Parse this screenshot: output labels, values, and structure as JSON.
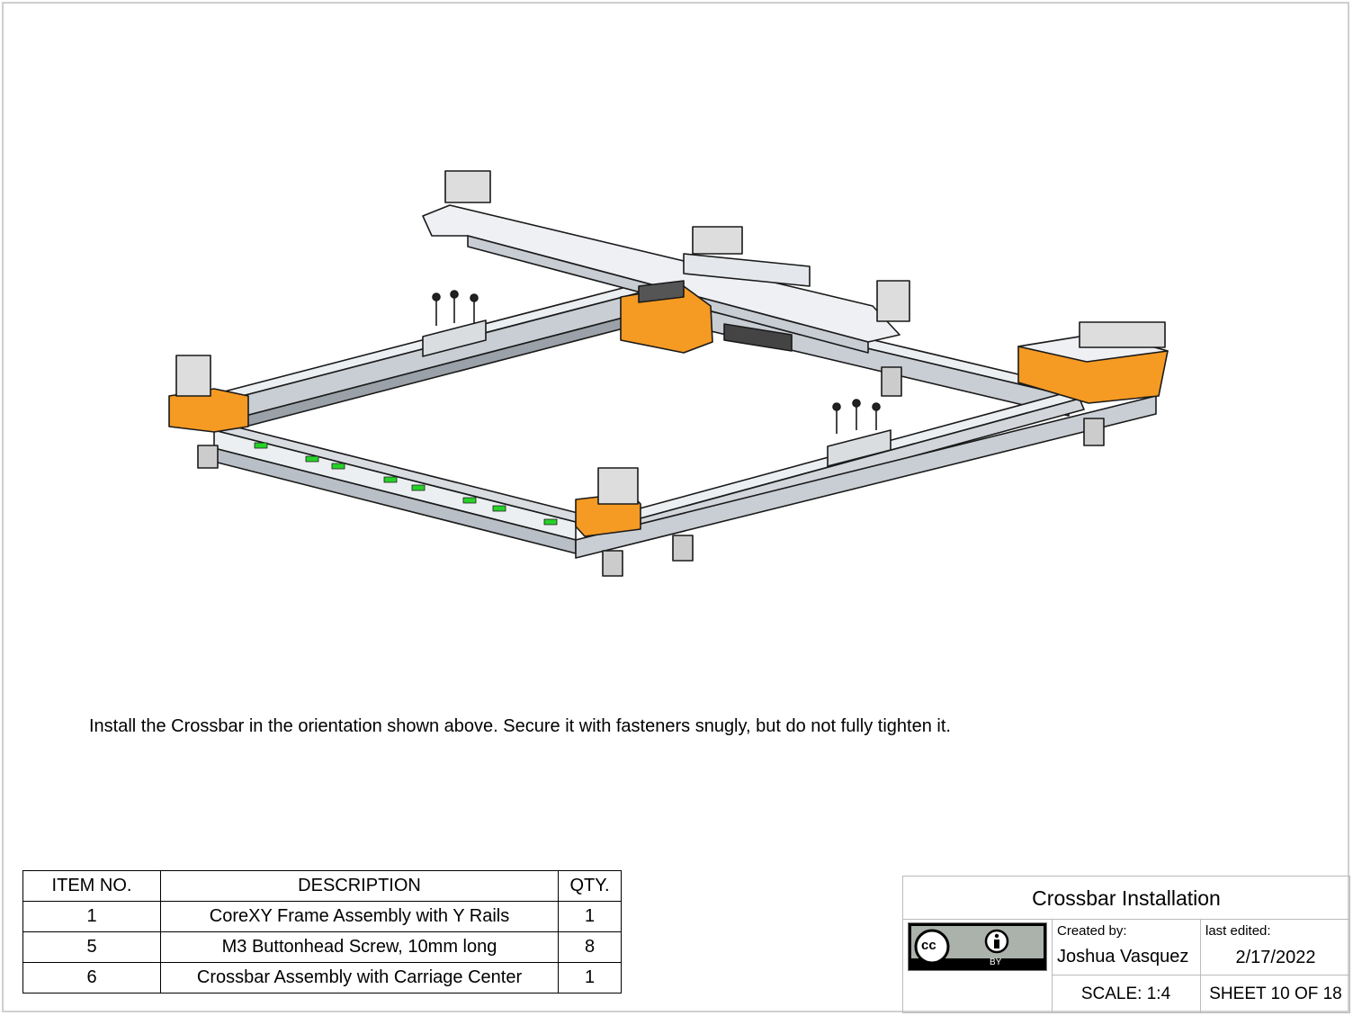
{
  "instruction": "Install the Crossbar in the orientation shown above. Secure it with fasteners snugly, but do not fully tighten it.",
  "bom": {
    "headers": [
      "ITEM NO.",
      "DESCRIPTION",
      "QTY."
    ],
    "rows": [
      {
        "item": "1",
        "description": "CoreXY Frame Assembly with Y Rails",
        "qty": "1"
      },
      {
        "item": "5",
        "description": "M3 Buttonhead Screw, 10mm long",
        "qty": "8"
      },
      {
        "item": "6",
        "description": "Crossbar Assembly with Carriage Center",
        "qty": "1"
      }
    ]
  },
  "title_block": {
    "title": "Crossbar Installation",
    "license_cc": "cc",
    "license_by": "BY",
    "created_by_label": "Created by:",
    "author": "Joshua Vasquez",
    "last_edited_label": "last edited:",
    "date": "2/17/2022",
    "scale": "SCALE: 1:4",
    "sheet": "SHEET 10 OF 18"
  },
  "colors": {
    "orange": "#f59a23",
    "aluminum": "#d9dde2",
    "indicator": "#28d12a",
    "outline": "#1a1a1a"
  }
}
